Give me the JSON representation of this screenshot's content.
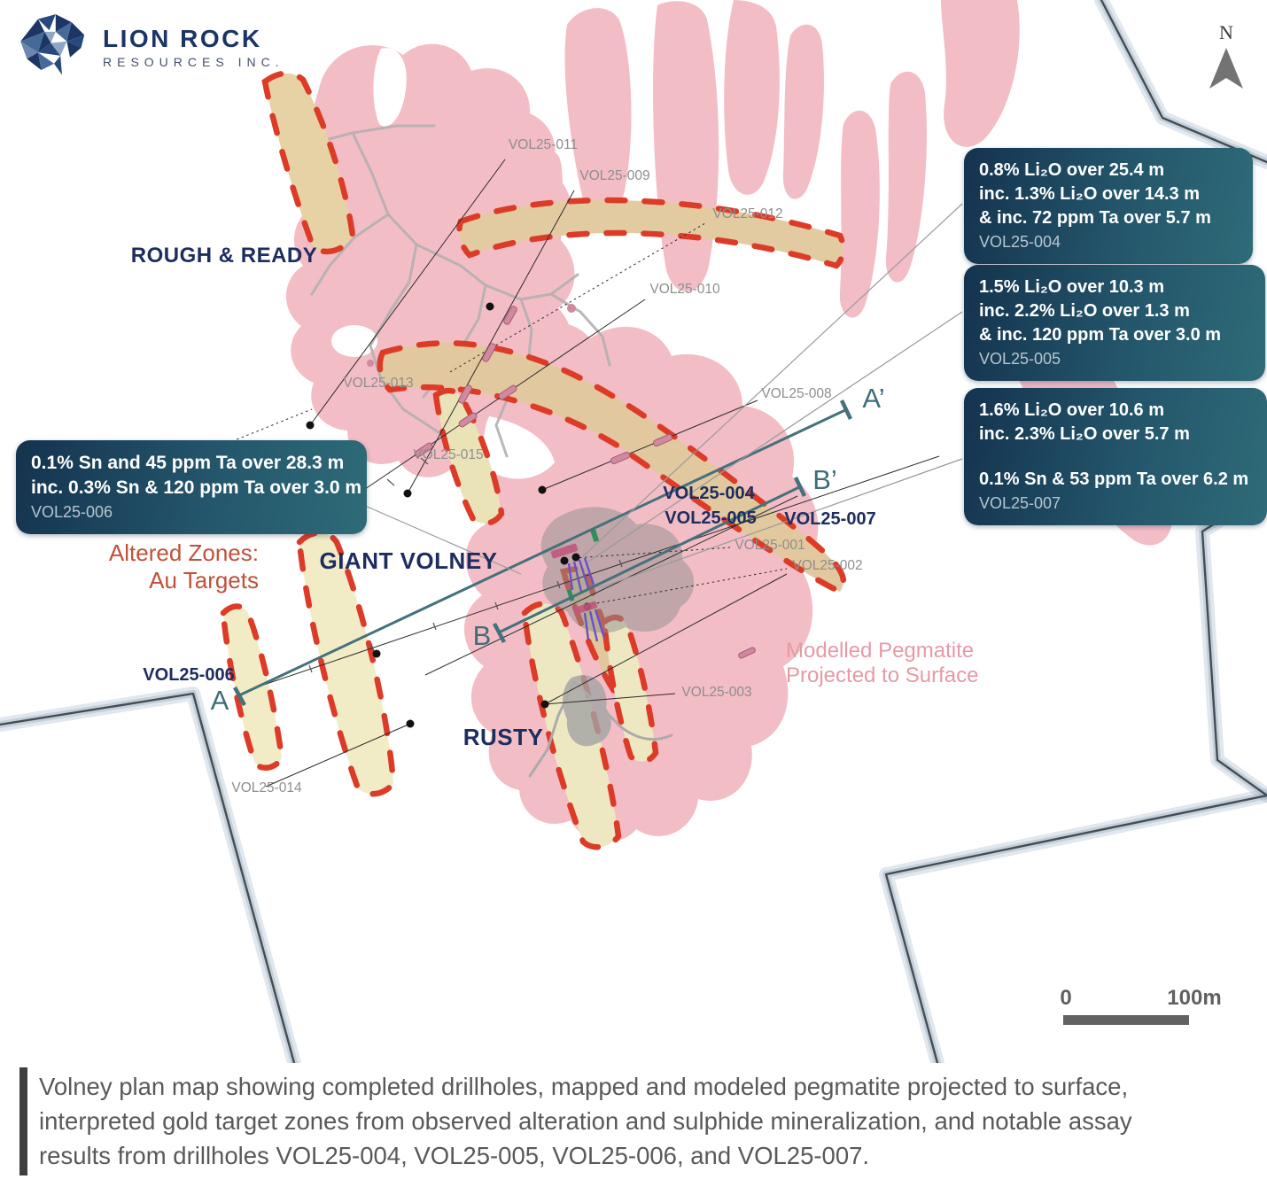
{
  "logo": {
    "title": "LION ROCK",
    "subtitle": "RESOURCES INC."
  },
  "compass": {
    "label": "N"
  },
  "map": {
    "area_labels": {
      "rough_ready": "ROUGH & READY",
      "giant_volney": "GIANT VOLNEY",
      "rusty": "RUSTY"
    },
    "annotations": {
      "altered_zones_line1": "Altered Zones:",
      "altered_zones_line2": "Au Targets",
      "pegmatite_line1": "Modelled Pegmatite",
      "pegmatite_line2": "Projected to Surface"
    },
    "section_labels": {
      "a_start": "A",
      "a_end": "A’",
      "b_start": "B",
      "b_end": "B’"
    },
    "drill_labels": [
      {
        "label": "VOL25-011"
      },
      {
        "label": "VOL25-009"
      },
      {
        "label": "VOL25-012"
      },
      {
        "label": "VOL25-010"
      },
      {
        "label": "VOL25-013"
      },
      {
        "label": "VOL25-008"
      },
      {
        "label": "VOL25-015"
      },
      {
        "label": "VOL25-001"
      },
      {
        "label": "VOL25-002"
      },
      {
        "label": "VOL25-003"
      },
      {
        "label": "VOL25-014"
      }
    ],
    "bold_labels": [
      {
        "label": "VOL25-006"
      },
      {
        "label": "VOL25-004"
      },
      {
        "label": "VOL25-005"
      },
      {
        "label": "VOL25-007"
      }
    ],
    "scale_bar": {
      "start": "0",
      "end": "100m"
    }
  },
  "callouts": {
    "vol25_004": {
      "line1": "0.8% Li₂O over 25.4 m",
      "line2": "inc. 1.3% Li₂O over 14.3 m",
      "line3": "& inc. 72 ppm Ta over 5.7 m",
      "hole": "VOL25-004"
    },
    "vol25_005": {
      "line1": "1.5% Li₂O over 10.3 m",
      "line2": "inc. 2.2% Li₂O over 1.3 m",
      "line3": "& inc. 120 ppm Ta over 3.0 m",
      "hole": "VOL25-005"
    },
    "vol25_007": {
      "line1": "1.6% Li₂O over 10.6 m",
      "line2": "inc. 2.3% Li₂O over 5.7 m",
      "line3": "0.1% Sn & 53 ppm Ta over 6.2 m",
      "hole": "VOL25-007"
    },
    "vol25_006": {
      "line1": "0.1% Sn and 45 ppm Ta over 28.3 m",
      "line2": "inc. 0.3% Sn & 120 ppm Ta over 3.0 m",
      "hole": "VOL25-006"
    }
  },
  "caption": {
    "line1": "Volney plan map showing completed drillholes, mapped and modeled pegmatite projected to surface,",
    "line2": "interpreted gold target zones from observed alteration and sulphide mineralization, and notable assay",
    "line3": "results from drillholes VOL25-004, VOL25-005, VOL25-006, and VOL25-007."
  },
  "colors": {
    "pegmatite_pink": "#f3bdc5",
    "altered_zone_yellow": "#f1ecc6",
    "altered_zone_tan": "#e3c99e",
    "target_dash_red": "#dc3b28",
    "section_teal": "#3f6d79",
    "label_navy": "#1d2d5f",
    "callout_gradient_start": "#14334f",
    "callout_gradient_end": "#2e6b78",
    "annotation_red": "#c1503a",
    "annotation_pink": "#e59aa7"
  }
}
